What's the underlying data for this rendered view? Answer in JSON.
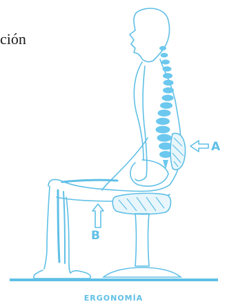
{
  "partial_text": "ción",
  "labels": {
    "a": "A",
    "b": "B"
  },
  "caption": "ERGONOMÍA",
  "colors": {
    "line": "#5fbfe6",
    "spine": "#6cc8ee",
    "text": "#1a1a1a"
  }
}
